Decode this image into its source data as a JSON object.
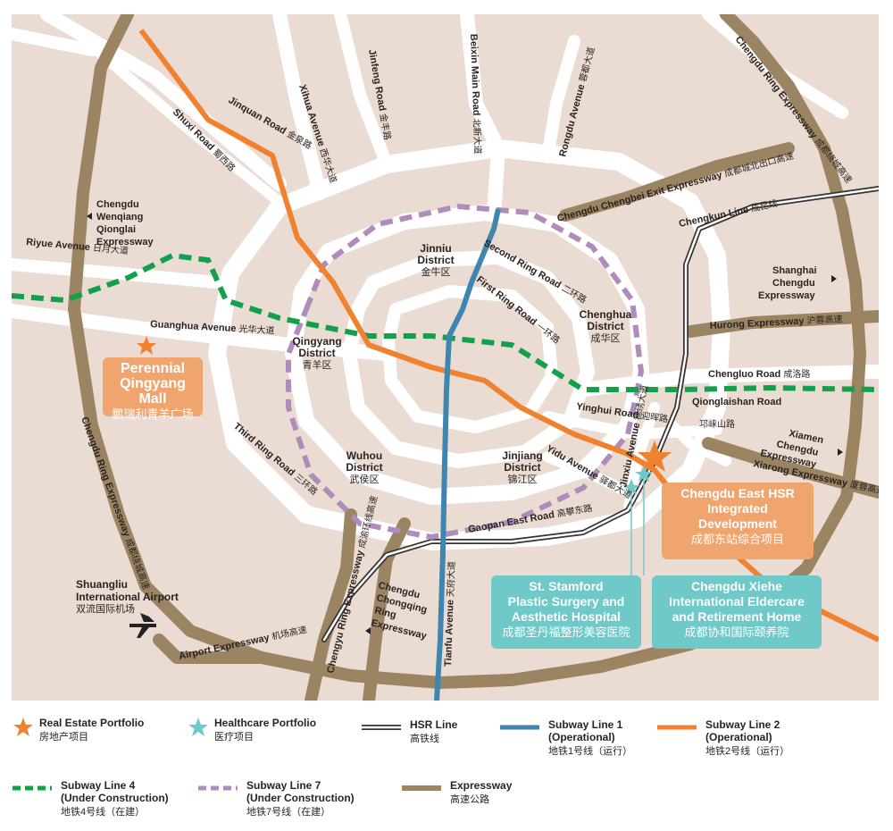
{
  "roads": {
    "jinquan": {
      "en": "Jinquan Road",
      "cn": "金泉路"
    },
    "shuxi": {
      "en": "Shuxi Road",
      "cn": "蜀西路"
    },
    "xihua": {
      "en": "Xihua Avenue",
      "cn": "西华大道"
    },
    "jinfeng": {
      "en": "Jinfeng Road",
      "cn": "金丰路"
    },
    "beixin": {
      "en": "Beixin Main Road",
      "cn": "北新大道"
    },
    "rongdu": {
      "en": "Rongdu Avenue",
      "cn": "蓉都大道"
    },
    "riyue": {
      "en": "Riyue Avenue",
      "cn": "日月大道"
    },
    "guanghua": {
      "en": "Guanghua Avenue",
      "cn": "光华大道"
    },
    "second_ring": {
      "en": "Second Ring Road",
      "cn": "二环路"
    },
    "first_ring": {
      "en": "First Ring Road",
      "cn": "一环路"
    },
    "third_ring": {
      "en": "Third Ring Road",
      "cn": "三环路"
    },
    "chengluo": {
      "en": "Chengluo Road",
      "cn": "成洛路"
    },
    "yinghui": {
      "en": "Yinghui Road",
      "cn": "迎晖路"
    },
    "qionglaishan": {
      "en": "Qionglaishan Road",
      "cn": "邛崃山路"
    },
    "jinxiu": {
      "en": "Jinxiu Avenue",
      "cn": "锦绣大道"
    },
    "yidu": {
      "en": "Yidu Avenue",
      "cn": "驿都大道"
    },
    "gaopan": {
      "en": "Gaopan East Road",
      "cn": "高攀东路"
    },
    "tianfu": {
      "en": "Tianfu Avenue",
      "cn": "天府大道"
    },
    "chengkun": {
      "en": "Chengkun Line",
      "cn": "成昆线"
    },
    "airport_exp": {
      "en": "Airport Expressway",
      "cn": "机场高速"
    },
    "hurong": {
      "en": "Hurong Expressway",
      "cn": "沪蓉高速"
    },
    "xiarong": {
      "en": "Xiarong Expressway",
      "cn": "厦蓉高速"
    },
    "chengbei": {
      "en": "Chengdu Chengbei Exit Expressway",
      "cn": "成都城北出口高速"
    },
    "ring_exp_ne": {
      "en": "Chengdu Ring Expressway",
      "cn": "成都绕城高速"
    },
    "ring_exp_w": {
      "en": "Chengdu Ring Expressway",
      "cn": "成都绕城高速"
    },
    "chengyu_ring": {
      "en": "Chengyu Ring Expressway",
      "cn": "成渝环线高速"
    },
    "wenqiang": {
      "line1": "Chengdu",
      "line2": "Wenqiang",
      "line3": "Qionglai",
      "line4": "Expressway"
    },
    "shanghai": {
      "line1": "Shanghai",
      "line2": "Chengdu",
      "line3": "Expressway"
    },
    "xiamen": {
      "line1": "Xiamen",
      "line2": "Chengdu",
      "line3": "Expressway"
    },
    "chongqing": {
      "line1": "Chengdu",
      "line2": "Chongqing",
      "line3": "Ring",
      "line4": "Expressway"
    }
  },
  "districts": {
    "jinniu": {
      "line1": "Jinniu",
      "line2": "District",
      "cn": "金牛区"
    },
    "chenghua": {
      "line1": "Chenghua",
      "line2": "District",
      "cn": "成华区"
    },
    "qingyang": {
      "line1": "Qingyang",
      "line2": "District",
      "cn": "青羊区"
    },
    "wuhou": {
      "line1": "Wuhou",
      "line2": "District",
      "cn": "武侯区"
    },
    "jinjiang": {
      "line1": "Jinjiang",
      "line2": "District",
      "cn": "锦江区"
    }
  },
  "airport": {
    "line1": "Shuangliu",
    "line2": "International Airport",
    "cn": "双流国际机场"
  },
  "callouts": {
    "perennial": {
      "line1": "Perennial",
      "line2": "Qingyang Mall",
      "cn": "鹏瑞利青羊广场"
    },
    "east_hsr": {
      "line1": "Chengdu East HSR",
      "line2": "Integrated",
      "line3": "Development",
      "cn": "成都东站综合项目"
    },
    "stamford": {
      "line1": "St. Stamford",
      "line2": "Plastic Surgery and",
      "line3": "Aesthetic Hospital",
      "cn": "成都圣丹福整形美容医院"
    },
    "xiehe": {
      "line1": "Chengdu Xiehe",
      "line2": "International Eldercare",
      "line3": "and Retirement Home",
      "cn": "成都协和国际颐养院"
    }
  },
  "legend": {
    "real_estate": {
      "en": "Real Estate Portfolio",
      "cn": "房地产项目"
    },
    "healthcare": {
      "en": "Healthcare Portfolio",
      "cn": "医疗项目"
    },
    "hsr": {
      "en": "HSR Line",
      "cn": "高铁线"
    },
    "line1": {
      "en1": "Subway Line 1",
      "en2": "(Operational)",
      "cn": "地铁1号线（运行）"
    },
    "line2": {
      "en1": "Subway Line 2",
      "en2": "(Operational)",
      "cn": "地铁2号线（运行）"
    },
    "line4": {
      "en1": "Subway Line 4",
      "en2": "(Under Construction)",
      "cn": "地铁4号线（在建）"
    },
    "line7": {
      "en1": "Subway Line 7",
      "en2": "(Under Construction)",
      "cn": "地铁7号线（在建）"
    },
    "expressway": {
      "en": "Expressway",
      "cn": "高速公路"
    }
  },
  "colors": {
    "background": "#ebdcd3",
    "road": "#ffffff",
    "expressway": "#9a8461",
    "line1": "#3e86b0",
    "line2": "#f0812f",
    "line4": "#12a04a",
    "line7": "#b08cbc",
    "real_estate_star": "#f0812f",
    "healthcare_star": "#6ec9c8",
    "callout_orange": "#f0a46e",
    "callout_teal": "#6ec9c8"
  },
  "icons": [
    "star-icon",
    "healthcare-star-icon",
    "airplane-icon",
    "arrow-left-icon",
    "arrow-right-icon"
  ]
}
